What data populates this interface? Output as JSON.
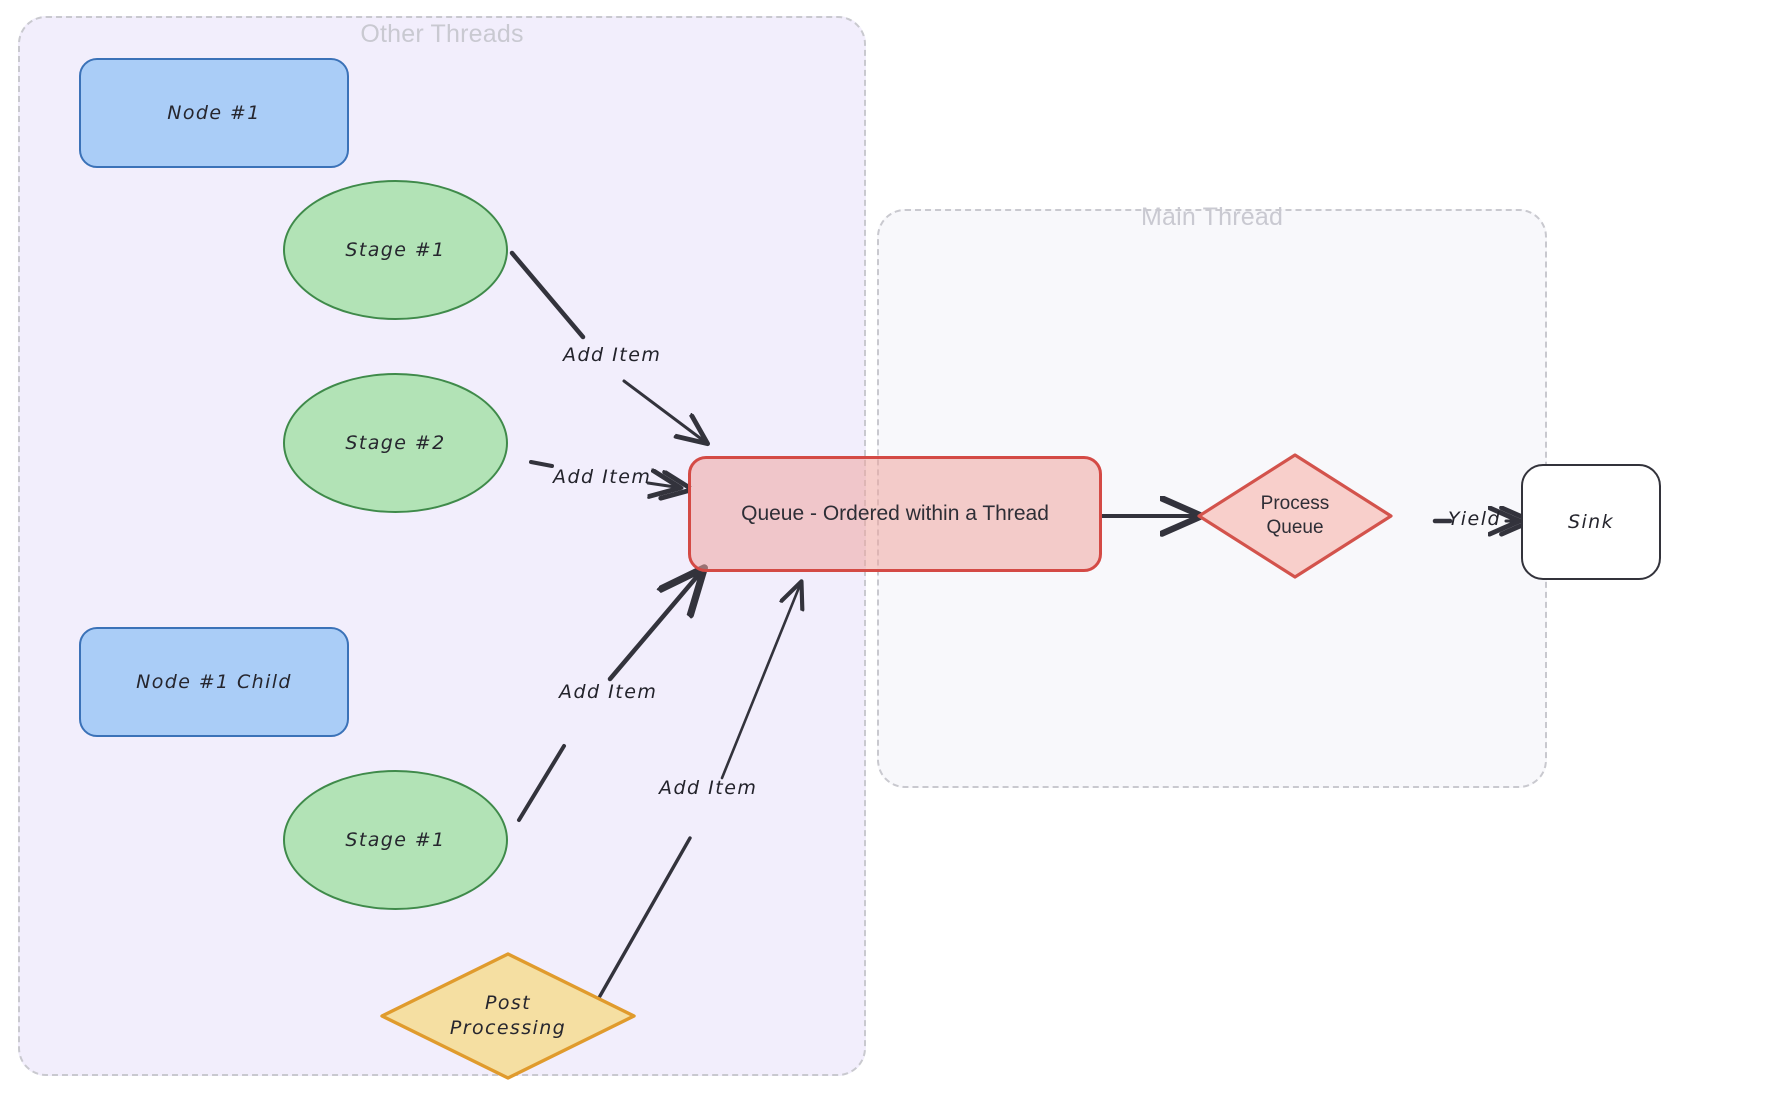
{
  "diagram": {
    "title": "Threaded pipeline queue flow",
    "groups": [
      {
        "id": "other-threads",
        "label": "Other Threads",
        "fill": "#f2eefc",
        "border": "#c9c9cf"
      },
      {
        "id": "main-thread",
        "label": "Main Thread",
        "fill": "#f8f8fb",
        "border": "#c9c9cf"
      }
    ],
    "nodes": [
      {
        "id": "node1",
        "label": "Node #1",
        "shape": "rounded-rect",
        "fill": "#aacdf7",
        "border": "#3b72b8",
        "font": "hand"
      },
      {
        "id": "stage1a",
        "label": "Stage #1",
        "shape": "ellipse",
        "fill": "#b2e3b6",
        "border": "#3f8a4a",
        "font": "hand"
      },
      {
        "id": "stage2",
        "label": "Stage #2",
        "shape": "ellipse",
        "fill": "#b2e3b6",
        "border": "#3f8a4a",
        "font": "hand"
      },
      {
        "id": "node1child",
        "label": "Node #1 Child",
        "shape": "rounded-rect",
        "fill": "#aacdf7",
        "border": "#3b72b8",
        "font": "hand"
      },
      {
        "id": "stage1b",
        "label": "Stage #1",
        "shape": "ellipse",
        "fill": "#b2e3b6",
        "border": "#3f8a4a",
        "font": "hand"
      },
      {
        "id": "postproc",
        "label": "Post\nProcessing",
        "shape": "diamond",
        "fill": "#f5dfa2",
        "border": "#e09b2d",
        "font": "hand"
      },
      {
        "id": "queue",
        "label": "Queue - Ordered within a Thread",
        "shape": "rounded-rect",
        "fill": "#f6cbc9",
        "border": "#d44a45",
        "font": "plain"
      },
      {
        "id": "processq",
        "label": "Process\nQueue",
        "shape": "diamond",
        "fill": "#f8cfcb",
        "border": "#d3534c",
        "font": "plain"
      },
      {
        "id": "sink",
        "label": "Sink",
        "shape": "rounded-rect",
        "fill": "#ffffff",
        "border": "#33333b",
        "font": "hand"
      }
    ],
    "edges": [
      {
        "id": "e1",
        "from": "stage1a",
        "to": "queue",
        "label": "Add Item"
      },
      {
        "id": "e2",
        "from": "stage2",
        "to": "queue",
        "label": "Add Item"
      },
      {
        "id": "e3",
        "from": "stage1b",
        "to": "queue",
        "label": "Add Item"
      },
      {
        "id": "e4",
        "from": "postproc",
        "to": "queue",
        "label": "Add Item"
      },
      {
        "id": "e5",
        "from": "queue",
        "to": "processq",
        "label": ""
      },
      {
        "id": "e6",
        "from": "processq",
        "to": "sink",
        "label": "Yield"
      }
    ],
    "labels": {
      "node1": "Node #1",
      "stage1a": "Stage #1",
      "stage2": "Stage #2",
      "node1child": "Node #1 Child",
      "stage1b": "Stage #1",
      "postproc_line1": "Post",
      "postproc_line2": "Processing",
      "queue": "Queue - Ordered within a Thread",
      "processq_line1": "Process",
      "processq_line2": "Queue",
      "sink": "Sink",
      "edge_add_item_1": "Add Item",
      "edge_add_item_2": "Add Item",
      "edge_add_item_3": "Add Item",
      "edge_add_item_4": "Add Item",
      "edge_yield": "Yield",
      "group_other_threads": "Other Threads",
      "group_main_thread": "Main Thread"
    },
    "colors": {
      "blue_fill": "#aacdf7",
      "blue_stroke": "#3b72b8",
      "green_fill": "#b2e3b6",
      "green_stroke": "#3f8a4a",
      "yellow_fill": "#f5dfa2",
      "yellow_stroke": "#e09b2d",
      "red_fill": "#f6cbc9",
      "red_stroke": "#d44a45",
      "group_purple": "#f2eefc",
      "group_gray": "#f8f8fb",
      "arrow": "#33333c",
      "group_label": "#c9c9d1"
    }
  }
}
